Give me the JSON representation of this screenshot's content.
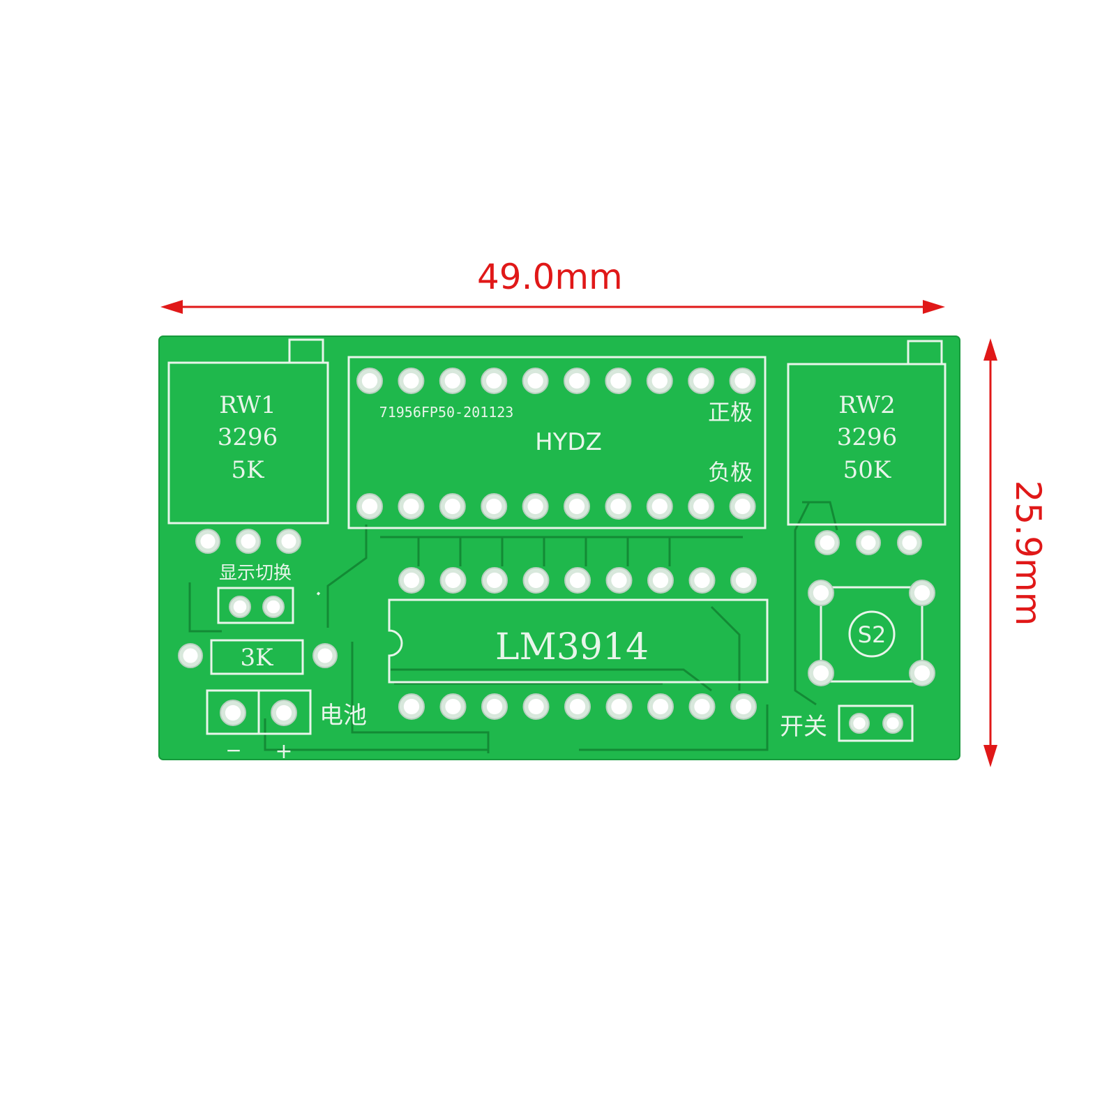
{
  "dimensions": {
    "width_label": "49.0mm",
    "height_label": "25.9mm",
    "color": "#e01818"
  },
  "board": {
    "color": "#1fb84c",
    "edge_color": "#179a3c",
    "silk_color": "#e8f5ea",
    "trace_color": "#138a35",
    "rw1": {
      "name": "RW1",
      "type": "3296",
      "value": "5K"
    },
    "rw2": {
      "name": "RW2",
      "type": "3296",
      "value": "50K"
    },
    "code": "71956FP50-201123",
    "brand": "HYDZ",
    "positive": "正极",
    "negative": "负极",
    "display_switch": "显示切换",
    "resistor": "3K",
    "ic": "LM3914",
    "switch_ref": "S2",
    "battery": "电池",
    "power_switch": "开关",
    "minus": "−",
    "plus": "+"
  }
}
